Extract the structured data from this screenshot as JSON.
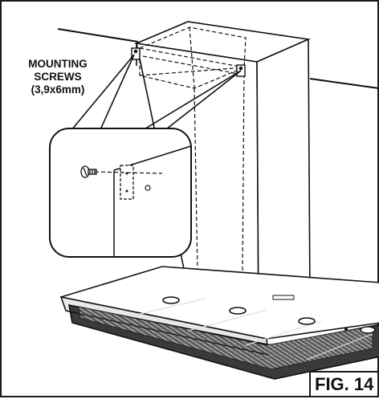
{
  "callout": {
    "line1": "MOUNTING",
    "line2": "SCREWS",
    "line3": "(3,9x6mm)"
  },
  "figure": {
    "label": "FIG. 14"
  },
  "icons": {
    "screw": "screw-icon",
    "bracket": "mounting-bracket-icon",
    "hood": "range-hood-icon",
    "chimney": "chimney-cover-icon"
  }
}
